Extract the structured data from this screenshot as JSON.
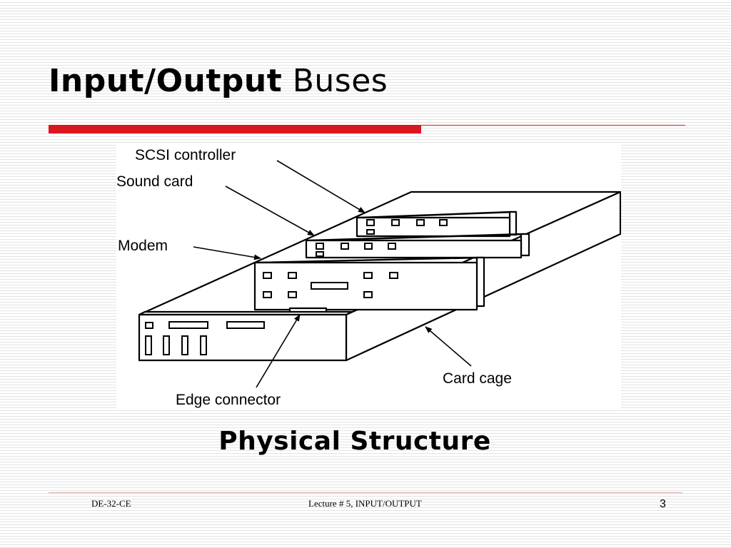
{
  "slide": {
    "title_bold": "Input/Output",
    "title_rest": " Buses",
    "caption": "Physical Structure",
    "accent_color": "#d9171e"
  },
  "figure": {
    "labels": {
      "scsi": "SCSI controller",
      "sound": "Sound card",
      "modem": "Modem",
      "edge": "Edge connector",
      "cage": "Card cage"
    }
  },
  "footer": {
    "course": "DE-32-CE",
    "lecture": "Lecture # 5, INPUT/OUTPUT",
    "page": "3"
  }
}
